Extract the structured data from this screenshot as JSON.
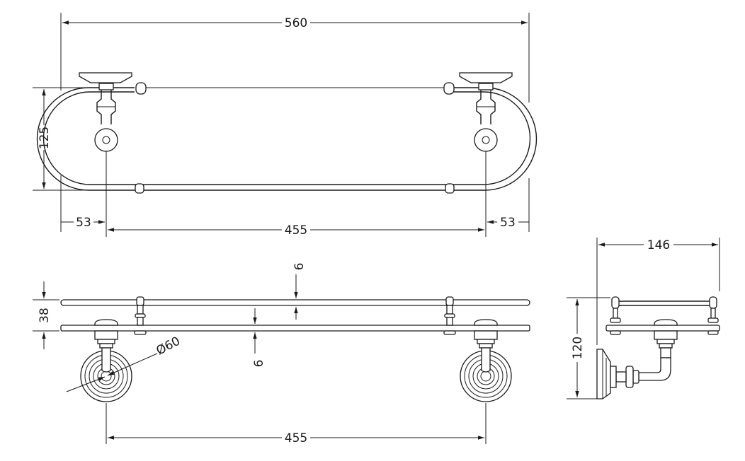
{
  "dimensions": {
    "top_overall_width": "560",
    "top_depth": "125",
    "top_left_offset": "53",
    "top_fixing_centers": "455",
    "top_right_offset": "53",
    "front_height": "38",
    "glass_thickness_top": "6",
    "glass_thickness_bottom": "6",
    "rosette_diameter": "Ø60",
    "front_fixing_centers": "455",
    "side_depth": "146",
    "side_height": "120"
  }
}
